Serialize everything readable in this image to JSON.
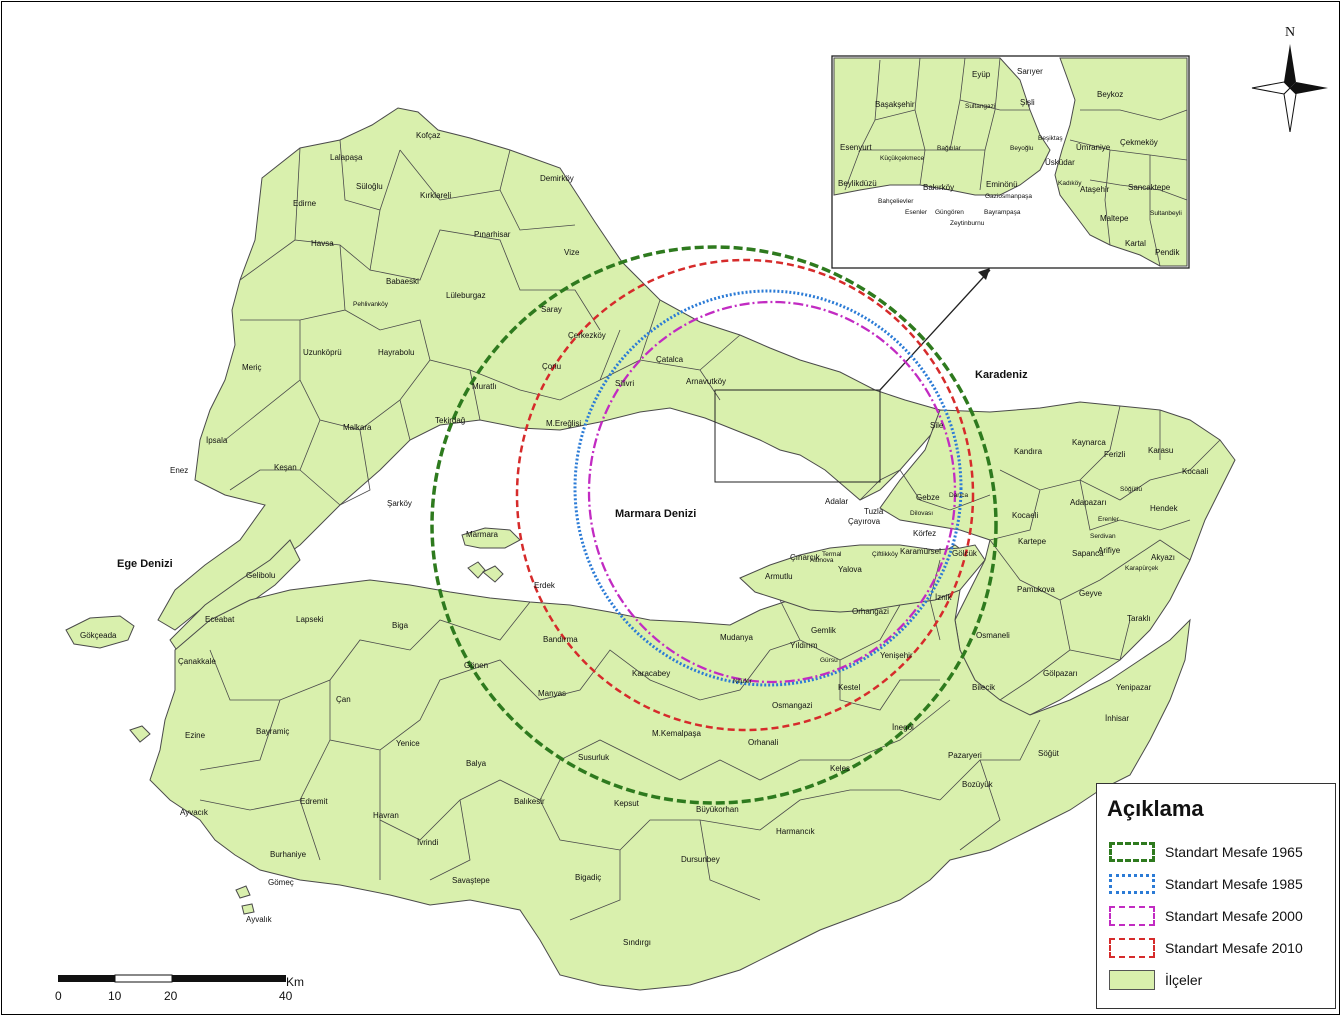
{
  "seas": {
    "karadeniz": "Karadeniz",
    "marmara": "Marmara Denizi",
    "ege": "Ege Denizi"
  },
  "districts": [
    "Kofçaz",
    "Lalapaşa",
    "Süloğlu",
    "Edirne",
    "Kırklareli",
    "Demirköy",
    "Pınarhisar",
    "Vize",
    "Havsa",
    "Babaeski",
    "Lüleburgaz",
    "Pehlivanköy",
    "Saray",
    "Çerkezköy",
    "Meriç",
    "Uzunköprü",
    "Hayrabolu",
    "Çorlu",
    "Muratlı",
    "Çatalca",
    "Arnavutköy",
    "Silivri",
    "İpsala",
    "Malkara",
    "Tekirdağ",
    "M.Ereğlisi",
    "Enez",
    "Keşan",
    "Şarköy",
    "Marmara",
    "Erdek",
    "Gelibolu",
    "Eceabat",
    "Gökçeada",
    "Lapseki",
    "Biga",
    "Çanakkale",
    "Çan",
    "Gönen",
    "Bandırma",
    "Manyas",
    "Karacabey",
    "Ezine",
    "Bayramiç",
    "Yenice",
    "Balya",
    "Susurluk",
    "M.Kemalpaşa",
    "Ayvacık",
    "Edremit",
    "Havran",
    "Balıkesir",
    "Kepsut",
    "İvrindi",
    "Burhaniye",
    "Gömeç",
    "Ayvalık",
    "Savaştepe",
    "Bigadiç",
    "Dursunbey",
    "Sındırgı",
    "Mudanya",
    "Gemlik",
    "Yıldırım",
    "Osmangazi",
    "Kestel",
    "Orhanali",
    "Keles",
    "Harmancık",
    "Büyükorhan",
    "Nilüfer",
    "Gürsu",
    "Yenişehir",
    "İnegöl",
    "Orhangazi",
    "İznik",
    "Çınarcık",
    "Armutlu",
    "Yalova",
    "Termal",
    "Altınova",
    "Çiftlikköy",
    "Karamürsel",
    "Gölcük",
    "Gebze",
    "Dilovası",
    "Körfez",
    "Kocaeli",
    "Kartepe",
    "Darıca",
    "Tuzla",
    "Çayırova",
    "Adalar",
    "Şile",
    "Kandıra",
    "Kaynarca",
    "Ferizli",
    "Karasu",
    "Kocaali",
    "Söğütlü",
    "Adapazarı",
    "Hendek",
    "Erenler",
    "Serdivan",
    "Sapanca",
    "Arifiye",
    "Akyazı",
    "Karapürçek",
    "Pamukova",
    "Geyve",
    "Taraklı",
    "Osmaneli",
    "Gölpazarı",
    "Bilecik",
    "Yenipazar",
    "İnhisar",
    "Söğüt",
    "Pazaryeri",
    "Bozüyük",
    "Dilovası",
    "Kartal",
    "Pendik"
  ],
  "inset": {
    "labels": [
      "Eyüp",
      "Sarıyer",
      "Beykoz",
      "Başakşehir",
      "Sultangazi",
      "Şişli",
      "Esenyurt",
      "Küçükçekmece",
      "Bağcılar",
      "Beşiktaş",
      "Beyoğlu",
      "Üsküdar",
      "Ümraniye",
      "Çekmeköy",
      "Beylikdüzü",
      "Bakırköy",
      "Eminönü",
      "Kadıköy",
      "Ataşehir",
      "Sancaktepe",
      "Bahçelievler",
      "Gaziosmanpaşa",
      "Esenler",
      "Güngören",
      "Bayrampaşa",
      "Maltepe",
      "Zeytinburnu",
      "Sultanbeyli",
      "Kartal",
      "Pendik"
    ]
  },
  "compass": {
    "north_label": "N"
  },
  "legend": {
    "title": "Açıklama",
    "items": [
      {
        "label": "Standart Mesafe 1965",
        "color": "#2e7a1e",
        "style": "dashed"
      },
      {
        "label": "Standart Mesafe 1985",
        "color": "#2b7bd6",
        "style": "dotted"
      },
      {
        "label": "Standart Mesafe 2000",
        "color": "#c22bc2",
        "style": "dash-dot"
      },
      {
        "label": "Standart Mesafe 2010",
        "color": "#d62b2b",
        "style": "dashed"
      },
      {
        "label": "İlçeler",
        "color": "#d9f0ad",
        "style": "fill"
      }
    ]
  },
  "scalebar": {
    "ticks": [
      "0",
      "10",
      "20",
      "40"
    ],
    "unit": "Km"
  },
  "colors": {
    "land": "#d9f0ad",
    "border": "#4a4a4a"
  }
}
